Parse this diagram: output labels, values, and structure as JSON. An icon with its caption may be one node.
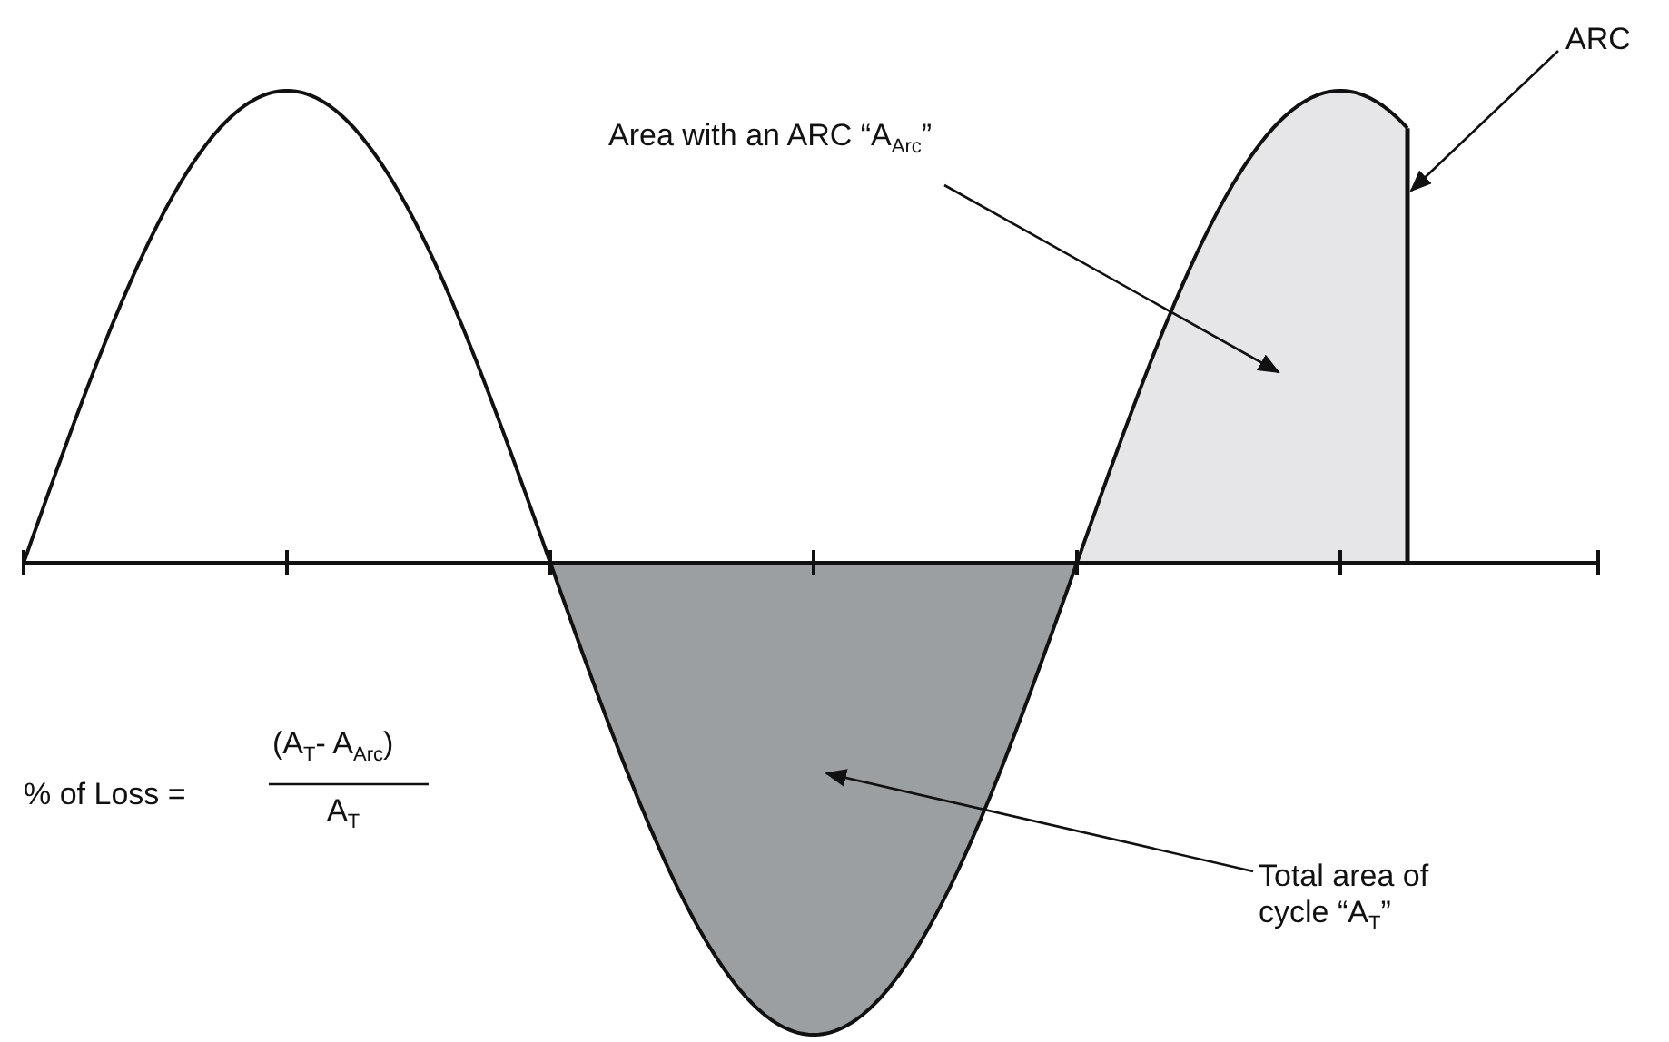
{
  "diagram": {
    "nodes": [
      {
        "text": [
          "ARC"
        ]
      },
      {
        "text": [],
        "shape": "line"
      },
      {
        "text": [
          "Area with an ARC “A$_{Arc}$”"
        ]
      },
      {
        "text": [],
        "shape": "area"
      },
      {
        "text": [
          "Total area of cycle “A$_{T}$”"
        ]
      },
      {
        "text": [],
        "shape": "area"
      }
    ],
    "edges": [
      {
        "from": 0,
        "to": 1,
        "arrow": "to"
      },
      {
        "from": 2,
        "to": 3,
        "arrow": "to"
      },
      {
        "from": 4,
        "to": 5,
        "arrow": "to"
      }
    ],
    "labels": [
      "% of Loss =",
      "(A$_{T}$- A$_{Arc}$)",
      "A$_{T}$"
    ]
  }
}
